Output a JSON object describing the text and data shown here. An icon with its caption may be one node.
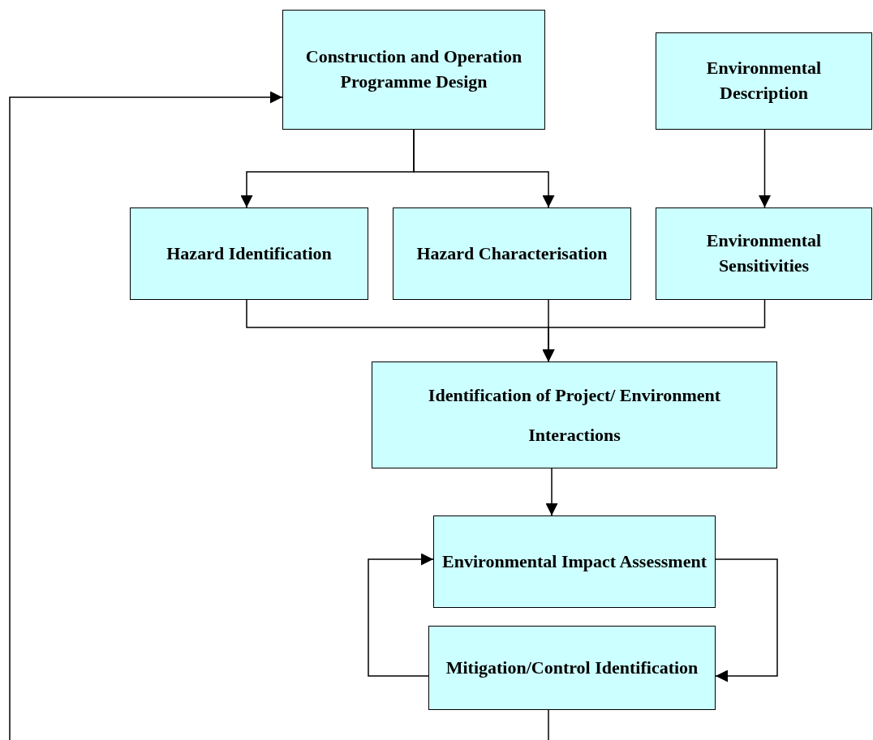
{
  "diagram": {
    "nodes": [
      {
        "text": [
          "Construction and Operation Programme Design"
        ]
      },
      {
        "text": [
          "Environmental Description"
        ]
      },
      {
        "text": [
          "Hazard Identification"
        ]
      },
      {
        "text": [
          "Hazard Characterisation"
        ]
      },
      {
        "text": [
          "Environmental Sensitivities"
        ]
      },
      {
        "text": [
          "Identification of Project/ Environment Interactions"
        ]
      },
      {
        "text": [
          "Environmental Impact Assessment"
        ]
      },
      {
        "text": [
          "Mitigation/Control Identification"
        ]
      }
    ],
    "edges": [
      {
        "from": 0,
        "to": 2,
        "arrow": "to"
      },
      {
        "from": 0,
        "to": 3,
        "arrow": "to"
      },
      {
        "from": 1,
        "to": 4,
        "arrow": "to"
      },
      {
        "from": 2,
        "to": 5,
        "arrow": "to"
      },
      {
        "from": 3,
        "to": 5,
        "arrow": "to"
      },
      {
        "from": 4,
        "to": 5,
        "arrow": "to"
      },
      {
        "from": 5,
        "to": 6,
        "arrow": "to"
      },
      {
        "from": 6,
        "to": 7,
        "arrow": "to"
      },
      {
        "from": 7,
        "to": 6,
        "arrow": "to"
      },
      {
        "from": 7,
        "to": null,
        "arrow": "none"
      },
      {
        "from": null,
        "to": 0,
        "arrow": "to"
      }
    ]
  }
}
